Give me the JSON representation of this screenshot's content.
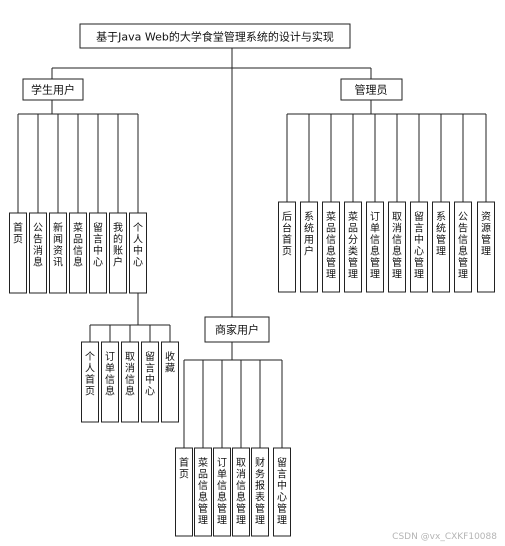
{
  "title": "基于Java Web的大学食堂管理系统的设计与实现",
  "watermark": "CSDN @vx_CXKF10088",
  "student": {
    "label": "学生用户",
    "leaves": [
      "首页",
      "公告消息",
      "新闻资讯",
      "菜品信息",
      "留言中心",
      "我的账户",
      "个人中心"
    ],
    "personal": [
      "个人首页",
      "订单信息",
      "取消信息",
      "留言中心",
      "收藏"
    ]
  },
  "admin": {
    "label": "管理员",
    "leaves": [
      "后台首页",
      "系统用户",
      "菜品信息管理",
      "菜品分类管理",
      "订单信息管理",
      "取消信息管理",
      "留言中心管理",
      "系统管理",
      "公告信息管理",
      "资源管理"
    ]
  },
  "merchant": {
    "label": "商家用户",
    "leaves": [
      "首页",
      "菜品信息管理",
      "订单信息管理",
      "取消信息管理",
      "财务报表管理",
      "留言中心管理"
    ]
  }
}
